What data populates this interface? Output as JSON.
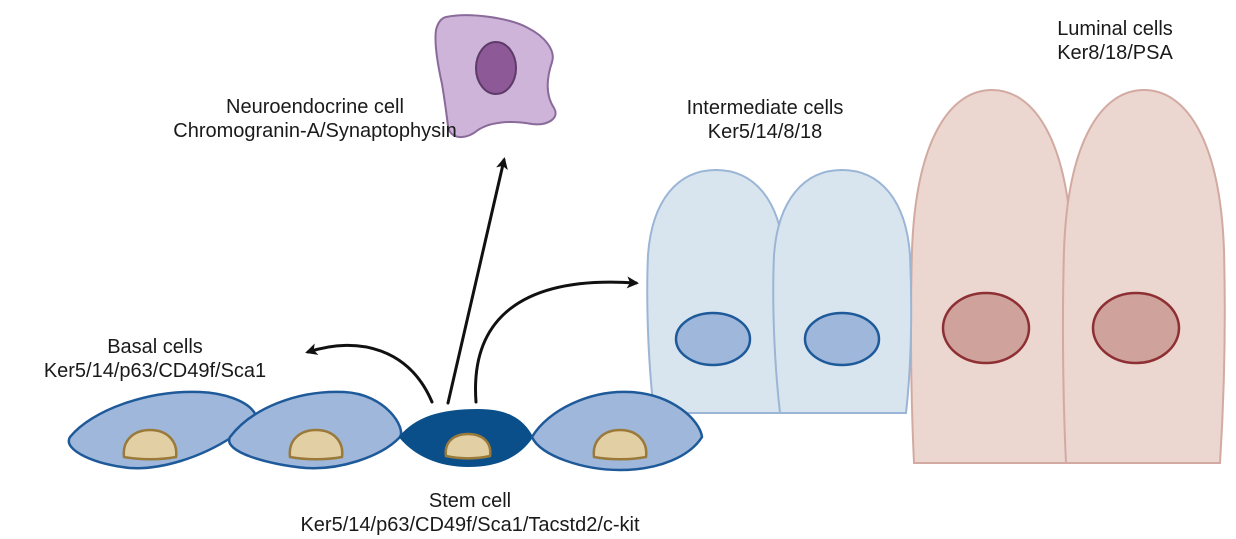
{
  "labels": {
    "neuroendocrine": {
      "title": "Neuroendocrine cell",
      "markers": "Chromogranin-A/Synaptophysin"
    },
    "intermediate": {
      "title": "Intermediate cells",
      "markers": "Ker5/14/8/18"
    },
    "luminal": {
      "title": "Luminal cells",
      "markers": "Ker8/18/PSA"
    },
    "basal": {
      "title": "Basal cells",
      "markers": "Ker5/14/p63/CD49f/Sca1"
    },
    "stem": {
      "title": "Stem cell",
      "markers": "Ker5/14/p63/CD49f/Sca1/Tacstd2/c-kit"
    }
  },
  "colors": {
    "basal_fill": "#9fb7da",
    "basal_stroke": "#1e5a9a",
    "stem_fill": "#0b4f8a",
    "nucleus_fill": "#e3cfa4",
    "nucleus_stroke": "#9a7a3a",
    "intermediate_fill": "#d9e5ee",
    "intermediate_stroke": "#9ab5d6",
    "intermediate_nucleus_fill": "#9fb7da",
    "intermediate_nucleus_stroke": "#1e5a9a",
    "luminal_fill": "#ecd6d0",
    "luminal_stroke": "#d2aaa1",
    "luminal_nucleus_fill": "#cfa39b",
    "luminal_nucleus_stroke": "#8e2f33",
    "neuro_fill": "#cdb4d8",
    "neuro_stroke": "#8a6a9a",
    "neuro_nucleus_fill": "#8d5a97",
    "neuro_nucleus_stroke": "#5e3a6a",
    "arrow": "#111111"
  }
}
